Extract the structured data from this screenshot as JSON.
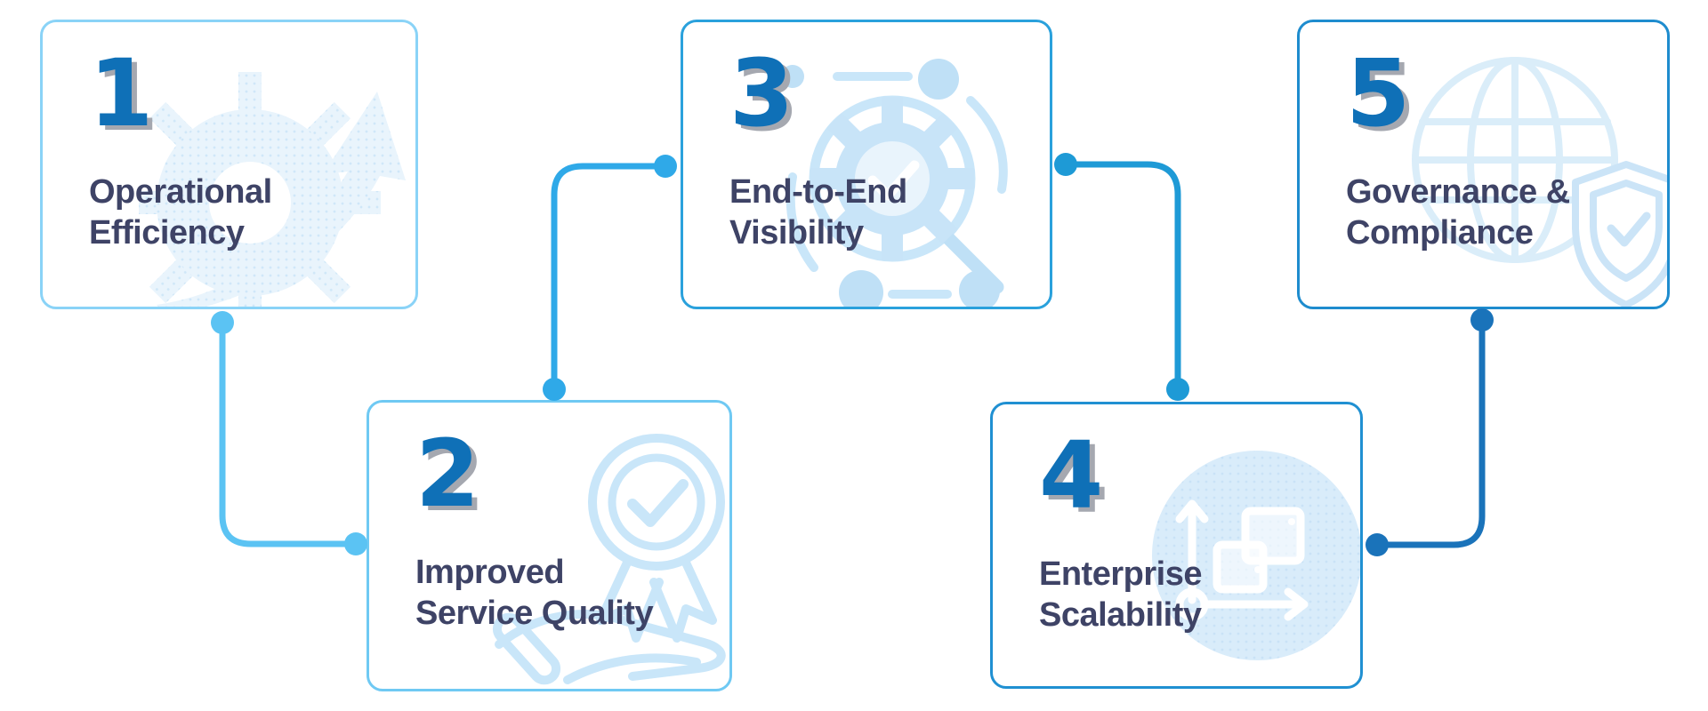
{
  "page": {
    "background": "#ffffff",
    "type": "process-infographic",
    "step_count": 5
  },
  "boxes": [
    {
      "number": "1",
      "title_line1": "Operational",
      "title_line2": "Efficiency",
      "border_color": "#8ad3f7",
      "icon": "gear-growth-arrow-icon"
    },
    {
      "number": "2",
      "title_line1": "Improved",
      "title_line2": "Service Quality",
      "border_color": "#6fc9f3",
      "icon": "award-badge-hand-icon"
    },
    {
      "number": "3",
      "title_line1": "End-to-End",
      "title_line2": "Visibility",
      "border_color": "#2aa1dc",
      "icon": "process-magnifier-icon"
    },
    {
      "number": "4",
      "title_line1": "Enterprise",
      "title_line2": "Scalability",
      "border_color": "#2090d2",
      "icon": "growth-steps-icon"
    },
    {
      "number": "5",
      "title_line1": "Governance &",
      "title_line2": "Compliance",
      "border_color": "#1e8cce",
      "icon": "globe-shield-icon"
    }
  ],
  "connectors": [
    {
      "from": "1",
      "to": "2",
      "color": "#5bc3f3"
    },
    {
      "from": "2",
      "to": "3",
      "color": "#2fa9e8"
    },
    {
      "from": "3",
      "to": "4",
      "color": "#1e9ad6"
    },
    {
      "from": "4",
      "to": "5",
      "color": "#1a73ba"
    }
  ],
  "styles": {
    "number_color": "#0f70b7",
    "number_shadow": "#a5a8b0",
    "title_color": "#3e4366",
    "icon_fill": "#e9f4fc",
    "icon_dot": "#cfe7f8",
    "icon_line": "#c9e6f9",
    "icon_node": "#bfe0f6",
    "icon_medium": "#c8e4f8",
    "icon_inner": "#e9f4fc",
    "icon_circle_bg": "#d9ecfa",
    "icon_circle_dot": "#c9e2f6",
    "icon_globe": "#daedf9",
    "icon_shield": "#cbe4f7"
  }
}
